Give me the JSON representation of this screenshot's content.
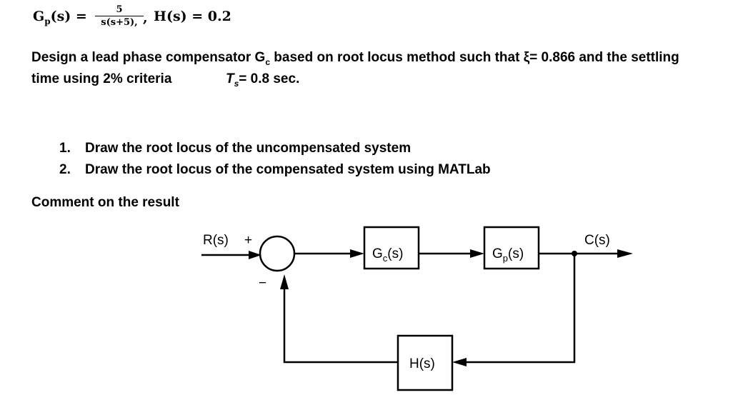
{
  "problem": {
    "gp_lhs": "G",
    "gp_lhs_sub": "p",
    "gp_lhs_arg": "(s) =",
    "gp_num": "5",
    "gp_den": "s(s+5),",
    "comma": ",",
    "h_expr": "H(s) = 0.2",
    "design_line1_pre": "Design a lead phase compensator G",
    "design_line1_sub": "c",
    "design_line1_post": " based on root locus method such that ξ= 0.866 and the settling",
    "design_line2": "time using 2% criteria",
    "ts_label": "T",
    "ts_sub": "s",
    "ts_value": "= 0.8 sec.",
    "items": [
      {
        "num": "1.",
        "text": "Draw the root locus of the uncompensated system"
      },
      {
        "num": "2.",
        "text": "Draw the root locus of the compensated system using MATLab"
      }
    ],
    "comment": "Comment on the result"
  },
  "diagram": {
    "input_label": "R(s)",
    "plus_sign": "+",
    "minus_sign": "−",
    "gc_label": "G",
    "gc_sub": "c",
    "gc_arg": "(s)",
    "gp_label": "G",
    "gp_sub": "p",
    "gp_arg": "(s)",
    "output_label": "C(s)",
    "h_label": "H(s)"
  }
}
